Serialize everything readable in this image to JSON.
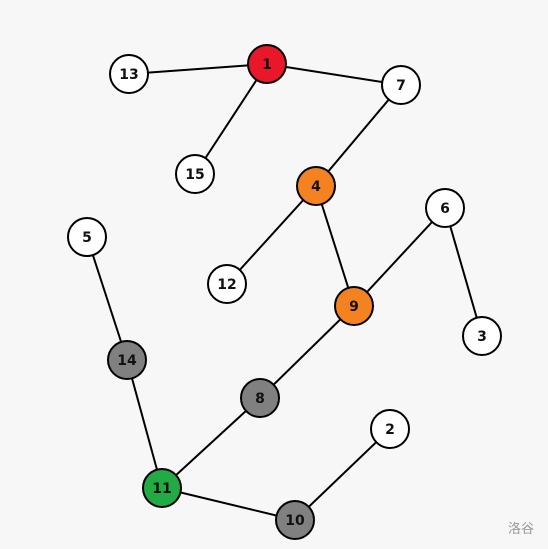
{
  "graph": {
    "nodes": [
      {
        "id": "1",
        "label": "1",
        "fill": "#e8182a"
      },
      {
        "id": "2",
        "label": "2",
        "fill": "#ffffff"
      },
      {
        "id": "3",
        "label": "3",
        "fill": "#ffffff"
      },
      {
        "id": "4",
        "label": "4",
        "fill": "#f58220"
      },
      {
        "id": "5",
        "label": "5",
        "fill": "#ffffff"
      },
      {
        "id": "6",
        "label": "6",
        "fill": "#ffffff"
      },
      {
        "id": "7",
        "label": "7",
        "fill": "#ffffff"
      },
      {
        "id": "8",
        "label": "8",
        "fill": "#808080"
      },
      {
        "id": "9",
        "label": "9",
        "fill": "#f58220"
      },
      {
        "id": "10",
        "label": "10",
        "fill": "#808080"
      },
      {
        "id": "11",
        "label": "11",
        "fill": "#22aa44"
      },
      {
        "id": "12",
        "label": "12",
        "fill": "#ffffff"
      },
      {
        "id": "13",
        "label": "13",
        "fill": "#ffffff"
      },
      {
        "id": "14",
        "label": "14",
        "fill": "#808080"
      },
      {
        "id": "15",
        "label": "15",
        "fill": "#ffffff"
      }
    ],
    "edges": [
      [
        "1",
        "13"
      ],
      [
        "1",
        "7"
      ],
      [
        "1",
        "15"
      ],
      [
        "7",
        "4"
      ],
      [
        "4",
        "12"
      ],
      [
        "4",
        "9"
      ],
      [
        "9",
        "6"
      ],
      [
        "6",
        "3"
      ],
      [
        "9",
        "8"
      ],
      [
        "8",
        "11"
      ],
      [
        "5",
        "14"
      ],
      [
        "14",
        "11"
      ],
      [
        "11",
        "10"
      ],
      [
        "10",
        "2"
      ]
    ]
  },
  "watermark": "洛谷"
}
